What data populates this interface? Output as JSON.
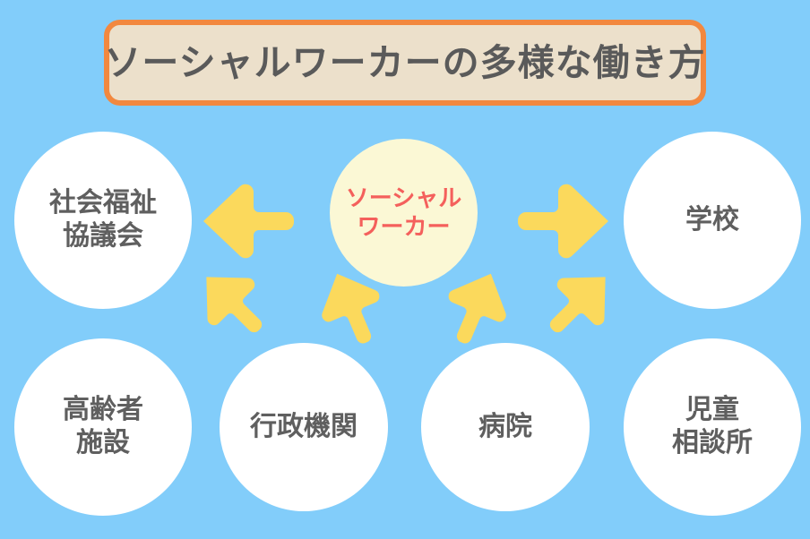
{
  "title": {
    "text": "ソーシャルワーカーの多様な働き方"
  },
  "colors": {
    "background": "#82cdfa",
    "title_border": "#f2883f",
    "title_fill": "#ece0cb",
    "title_text": "#5a5a5a",
    "node_fill": "#ffffff",
    "node_text": "#5f5f5f",
    "center_fill": "#fbf8d5",
    "center_text": "#f4605c",
    "arrow": "#fbd95c"
  },
  "center_node": {
    "label": "ソーシャル\nワーカー",
    "icon": "center-hub-circle"
  },
  "nodes": [
    {
      "id": "shakai-fukushi-kyogikai",
      "label": "社会福祉\n協議会"
    },
    {
      "id": "gakko",
      "label": "学校"
    },
    {
      "id": "koreisha-shisetsu",
      "label": "高齢者\n施設"
    },
    {
      "id": "gyosei-kikan",
      "label": "行政機関"
    },
    {
      "id": "byoin",
      "label": "病院"
    },
    {
      "id": "jido-sodanjo",
      "label": "児童\n相談所"
    }
  ],
  "arrows": [
    {
      "id": "arrow-to-shakai-fukushi-kyogikai",
      "icon": "arrow-left-icon",
      "direction": "left"
    },
    {
      "id": "arrow-to-gakko",
      "icon": "arrow-right-icon",
      "direction": "right"
    },
    {
      "id": "arrow-to-koreisha-shisetsu",
      "icon": "arrow-down-left-icon",
      "direction": "down-left"
    },
    {
      "id": "arrow-to-gyosei-kikan",
      "icon": "arrow-down-left-icon",
      "direction": "down-left-steep"
    },
    {
      "id": "arrow-to-byoin",
      "icon": "arrow-down-right-icon",
      "direction": "down-right-steep"
    },
    {
      "id": "arrow-to-jido-sodanjo",
      "icon": "arrow-down-right-icon",
      "direction": "down-right"
    }
  ]
}
